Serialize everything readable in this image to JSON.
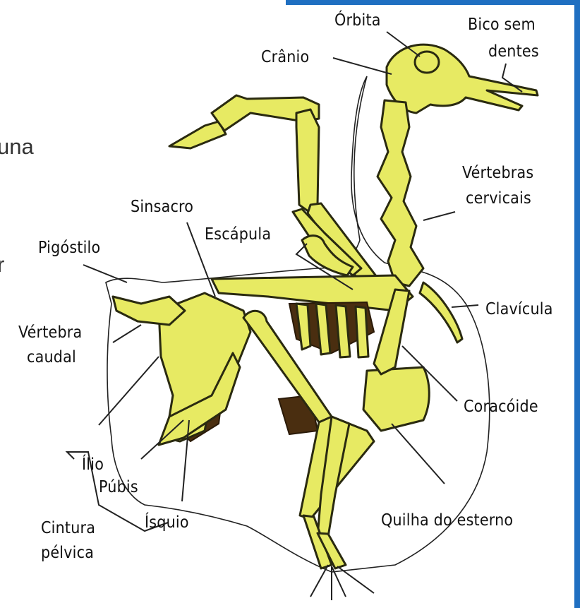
{
  "labels": {
    "orbita": "Órbita",
    "bico": [
      "Bico sem",
      "dentes"
    ],
    "cranio": "Crânio",
    "vertebras_cervicais": [
      "Vértebras",
      "cervicais"
    ],
    "sinsacro": "Sinsacro",
    "escapula": "Escápula",
    "pigostilo": "Pigóstilo",
    "clavicula": "Clavícula",
    "vertebra_caudal": [
      "Vértebra",
      "caudal"
    ],
    "coracoide": "Coracóide",
    "ilio": "Ílio",
    "pubis": "Púbis",
    "isquio": "Ísquio",
    "quilha": "Quilha do esterno",
    "cintura_pelvica": [
      "Cintura",
      "pélvica"
    ]
  },
  "background_fragments": [
    "una",
    "r"
  ],
  "colors": {
    "bone": "#e7ea63",
    "bone_outline": "#2a2a10",
    "shadow": "#4a2e10",
    "accent_frame": "#1f6fc1"
  }
}
